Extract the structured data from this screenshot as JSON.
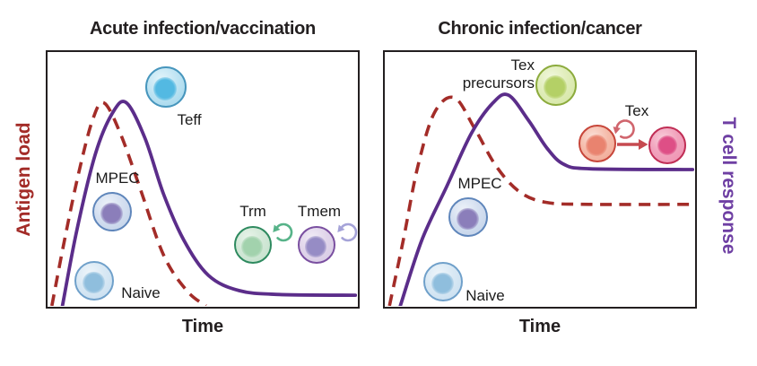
{
  "figure": {
    "axis_left": "Antigen load",
    "axis_right": "T cell response",
    "panel_acute": {
      "title": "Acute infection/vaccination",
      "x_label": "Time",
      "labels": {
        "teff": "Teff",
        "mpec": "MPEC",
        "naive": "Naive",
        "trm": "Trm",
        "tmem": "Tmem"
      }
    },
    "panel_chronic": {
      "title": "Chronic infection/cancer",
      "x_label": "Time",
      "labels": {
        "tex_precursors": "Tex precursors",
        "tex": "Tex",
        "mpec": "MPEC",
        "naive": "Naive"
      }
    },
    "colors": {
      "antigen_load_curve": "#a32c28",
      "t_cell_curve": "#5b2d8a",
      "axis_left_text": "#a32c28",
      "axis_right_text": "#6e3fa3",
      "frame": "#231f20",
      "trm_loop_arrow": "#57b389",
      "tmem_loop_arrow": "#a5a3d8",
      "tex_loop_arrow": "#d0656d",
      "tex_arrow": "#c64a50"
    }
  },
  "chart_data": [
    {
      "type": "line",
      "panel": "acute",
      "title": "Acute infection/vaccination",
      "xlabel": "Time",
      "ylabel_left": "Antigen load",
      "ylabel_right": "T cell response",
      "axes": "qualitative, no ticks; x and y normalized 0-1 (y: 0 = baseline, 1 = plot top)",
      "series": [
        {
          "name": "Antigen load",
          "style": "dashed",
          "color": "#a32c28",
          "points": [
            [
              0.014,
              0.0
            ],
            [
              0.055,
              0.26
            ],
            [
              0.1,
              0.52
            ],
            [
              0.145,
              0.73
            ],
            [
              0.182,
              0.8
            ],
            [
              0.235,
              0.68
            ],
            [
              0.3,
              0.46
            ],
            [
              0.375,
              0.2
            ],
            [
              0.45,
              0.06
            ],
            [
              0.512,
              0.0
            ]
          ]
        },
        {
          "name": "T cell response",
          "style": "solid",
          "color": "#5b2d8a",
          "points": [
            [
              0.048,
              0.0
            ],
            [
              0.095,
              0.3
            ],
            [
              0.155,
              0.6
            ],
            [
              0.21,
              0.76
            ],
            [
              0.255,
              0.8
            ],
            [
              0.315,
              0.66
            ],
            [
              0.375,
              0.44
            ],
            [
              0.44,
              0.26
            ],
            [
              0.52,
              0.12
            ],
            [
              0.62,
              0.06
            ],
            [
              0.75,
              0.045
            ],
            [
              0.995,
              0.042
            ]
          ]
        }
      ]
    },
    {
      "type": "line",
      "panel": "chronic",
      "title": "Chronic infection/cancer",
      "xlabel": "Time",
      "axes": "qualitative, no ticks; both curves decline to persistent plateaus (antigen ~0.40, T cell ~0.54)",
      "series": [
        {
          "name": "Antigen load",
          "style": "dashed",
          "color": "#a32c28",
          "points": [
            [
              0.015,
              0.0
            ],
            [
              0.06,
              0.26
            ],
            [
              0.105,
              0.54
            ],
            [
              0.16,
              0.76
            ],
            [
              0.225,
              0.82
            ],
            [
              0.29,
              0.7
            ],
            [
              0.36,
              0.55
            ],
            [
              0.435,
              0.45
            ],
            [
              0.52,
              0.408
            ],
            [
              0.66,
              0.4
            ],
            [
              0.995,
              0.4
            ]
          ]
        },
        {
          "name": "T cell response",
          "style": "solid",
          "color": "#5b2d8a",
          "points": [
            [
              0.05,
              0.0
            ],
            [
              0.12,
              0.26
            ],
            [
              0.2,
              0.47
            ],
            [
              0.28,
              0.68
            ],
            [
              0.35,
              0.8
            ],
            [
              0.4,
              0.83
            ],
            [
              0.465,
              0.73
            ],
            [
              0.525,
              0.62
            ],
            [
              0.58,
              0.557
            ],
            [
              0.665,
              0.54
            ],
            [
              0.995,
              0.537
            ]
          ]
        }
      ]
    }
  ]
}
